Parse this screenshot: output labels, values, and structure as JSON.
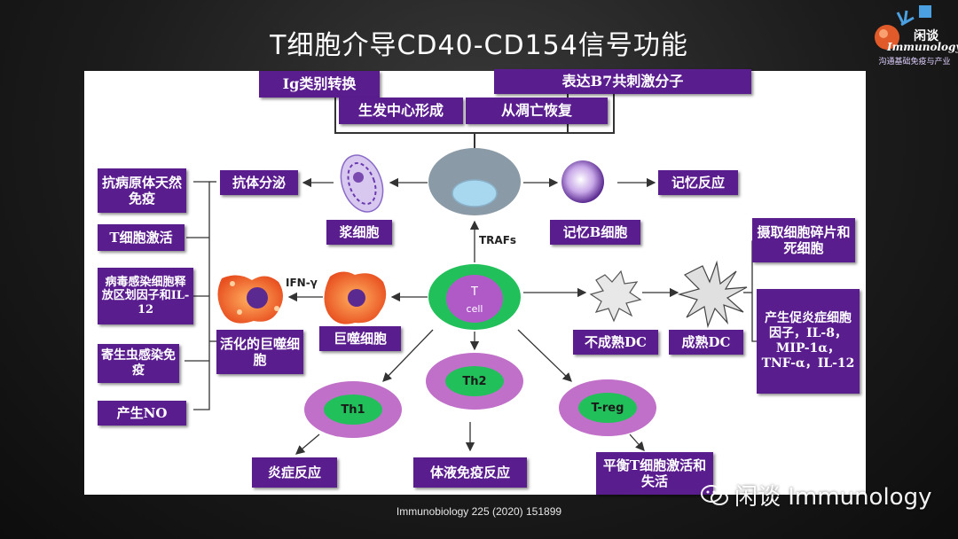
{
  "title": "T细胞介导CD40-CD154信号功能",
  "logo": {
    "text": "闲谈",
    "brand": "Immunology",
    "tagline": "沟通基础免疫与产业"
  },
  "boxes": {
    "ig_switch": "Ig类别转换",
    "b7": "表达B7共刺激分子",
    "germinal": "生发中心形成",
    "apoptosis": "从凋亡恢复",
    "antibody": "抗体分泌",
    "memory_resp": "记忆反应",
    "plasma": "浆细胞",
    "memory_b": "记忆B细胞",
    "pathogen": "抗病原体天然免疫",
    "t_activation": "T细胞激活",
    "virus": "病毒感染细胞释放区划因子和IL-12",
    "parasite": "寄生虫感染免疫",
    "no": "产生NO",
    "activated_mac": "活化的巨噬细胞",
    "macrophage": "巨噬细胞",
    "immature_dc": "不成熟DC",
    "mature_dc": "成熟DC",
    "uptake": "摄取细胞碎片和死细胞",
    "cytokines": "产生促炎症细胞因子，IL-8，MIP-1α，TNF-α，IL-12",
    "inflammation": "炎症反应",
    "humoral": "体液免疫反应",
    "treg_balance": "平衡T细胞激活和失活"
  },
  "labels": {
    "trafs": "TRAFs",
    "ifn": "IFN-γ",
    "t_cell": "T",
    "t_cell_sub": "cell",
    "th1": "Th1",
    "th2": "Th2",
    "treg": "T-reg"
  },
  "citation": "Immunobiology 225 (2020) 151899",
  "watermark": "闲谈 Immunology",
  "colors": {
    "box": "#5a1d8e",
    "tcell_outer": "#22c05a",
    "tcell_inner": "#b05ac8",
    "th_outer": "#c070c8",
    "th_inner": "#22c05a",
    "bcell_outer": "#8a9aa6",
    "bcell_inner": "#a8d8f0",
    "memory": "#7a4ab0"
  }
}
